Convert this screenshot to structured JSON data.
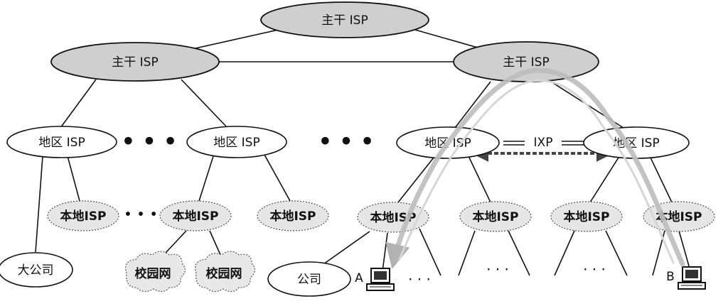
{
  "nodes": {
    "backbone_top": "主干 ISP",
    "backbone_left": "主干 ISP",
    "backbone_right": "主干 ISP",
    "regional_1": "地区 ISP",
    "regional_2": "地区 ISP",
    "regional_3": "地区 ISP",
    "regional_4": "地区 ISP",
    "ixp": "IXP",
    "local_1": "本地ISP",
    "local_2": "本地ISP",
    "local_3": "本地ISP",
    "local_4": "本地ISP",
    "local_5": "本地ISP",
    "local_6": "本地ISP",
    "local_7": "本地ISP",
    "big_company": "大公司",
    "campus_1": "校园网",
    "campus_2": "校园网",
    "company": "公司",
    "host_a": "A",
    "host_b": "B"
  },
  "ellipses": {
    "big": "• • •",
    "small": "• • •",
    "plain": "· · ·"
  },
  "colors": {
    "node_fill": "#ffffff",
    "backbone_fill": "#cfcfcf",
    "path_arrow": "#bdbdbd",
    "ixp_link": "#555555"
  }
}
